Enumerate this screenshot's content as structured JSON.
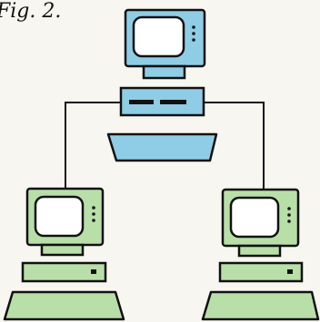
{
  "caption": "Fig. 2.",
  "colors": {
    "host_fill": "#8fcde6",
    "terminal_fill": "#b9dfa8",
    "screen_fill": "#ffffff",
    "outline": "#111111",
    "background": "#f7f6f1"
  },
  "diagram": {
    "host": {
      "name": "central-computer",
      "parts": [
        "monitor-icon",
        "system-unit-icon",
        "keyboard-icon"
      ]
    },
    "terminals": [
      {
        "name": "left-terminal",
        "parts": [
          "monitor-icon",
          "system-unit-icon",
          "keyboard-icon"
        ]
      },
      {
        "name": "right-terminal",
        "parts": [
          "monitor-icon",
          "system-unit-icon",
          "keyboard-icon"
        ]
      }
    ],
    "connections": [
      {
        "from": "central-computer",
        "to": "left-terminal"
      },
      {
        "from": "central-computer",
        "to": "right-terminal"
      }
    ]
  }
}
